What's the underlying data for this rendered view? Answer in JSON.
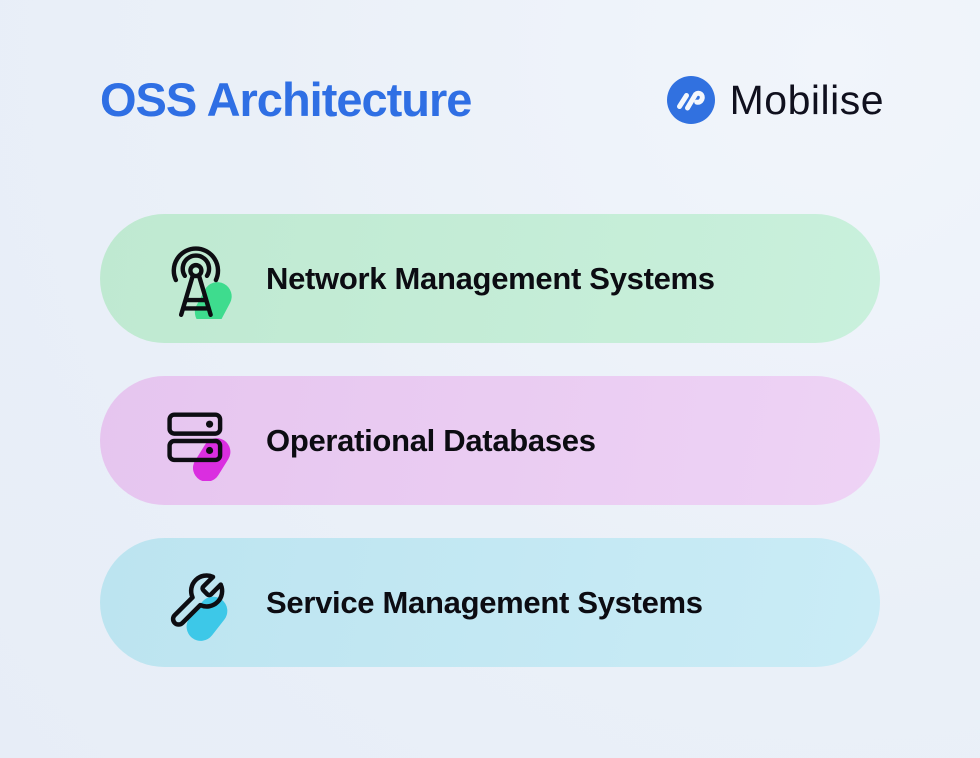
{
  "header": {
    "title": "OSS Architecture",
    "brand": "Mobilise"
  },
  "colors": {
    "background": "#eaf0f8",
    "title_blue": "#2f6fe4",
    "brand_text": "#10101e",
    "logo_blue": "#3171e0",
    "icon_stroke": "#0d0d12"
  },
  "cards": [
    {
      "label": "Network Management Systems",
      "icon": "radio-tower-icon",
      "bg_start": "#bfe9d1",
      "bg_end": "#c9f0dc",
      "accent": "#3edc8e"
    },
    {
      "label": "Operational Databases",
      "icon": "server-stack-icon",
      "bg_start": "#e6c5ef",
      "bg_end": "#eed3f5",
      "accent": "#da2ee0"
    },
    {
      "label": "Service Management Systems",
      "icon": "wrench-icon",
      "bg_start": "#bce4f0",
      "bg_end": "#caecf6",
      "accent": "#3dc8e8"
    }
  ]
}
